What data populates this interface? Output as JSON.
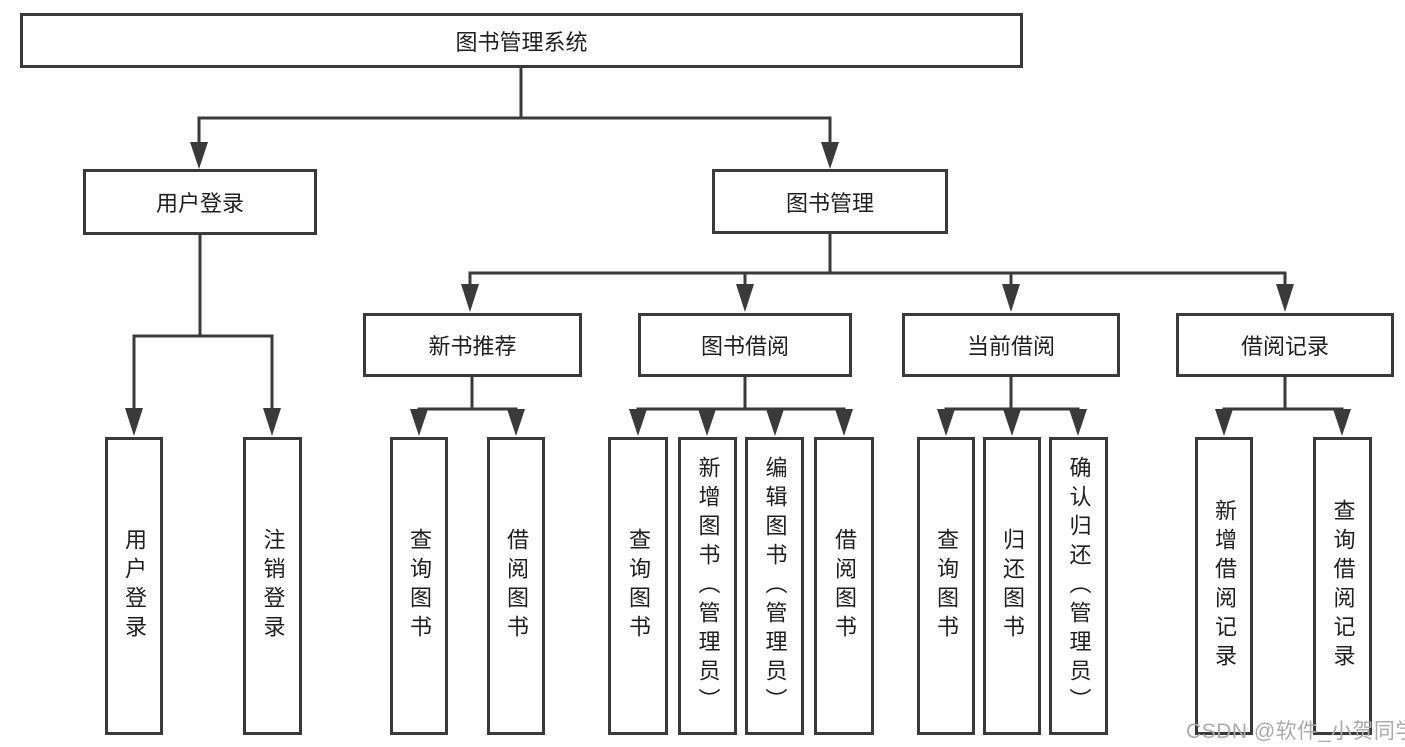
{
  "tree": {
    "label": "图书管理系统",
    "children": [
      {
        "label": "用户登录",
        "children": [
          {
            "label": "用户登录"
          },
          {
            "label": "注销登录"
          }
        ]
      },
      {
        "label": "图书管理",
        "children": [
          {
            "label": "新书推荐",
            "children": [
              {
                "label": "查询图书"
              },
              {
                "label": "借阅图书"
              }
            ]
          },
          {
            "label": "图书借阅",
            "children": [
              {
                "label": "查询图书"
              },
              {
                "label": "新增图书（管理员）"
              },
              {
                "label": "编辑图书（管理员）"
              },
              {
                "label": "借阅图书"
              }
            ]
          },
          {
            "label": "当前借阅",
            "children": [
              {
                "label": "查询图书"
              },
              {
                "label": "归还图书"
              },
              {
                "label": "确认归还（管理员）"
              }
            ]
          },
          {
            "label": "借阅记录",
            "children": [
              {
                "label": "新增借阅记录"
              },
              {
                "label": "查询借阅记录"
              }
            ]
          }
        ]
      }
    ]
  },
  "watermark": {
    "text": "CSDN @软件_小贺同学"
  },
  "colors": {
    "line": "#3a3a3a",
    "text": "#1f1f1f",
    "background": "#ffffff",
    "watermark": "#ababab"
  }
}
